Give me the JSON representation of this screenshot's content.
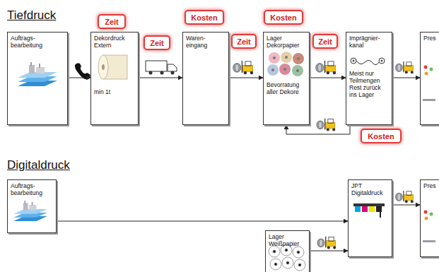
{
  "diagram": {
    "nodes": [
      {
        "text": [
          "Auftrags- bearbeitung"
        ]
      },
      {
        "text": [
          "Dekordruck Extern",
          "min 1t"
        ]
      },
      {
        "text": [
          "Waren- eingang"
        ]
      },
      {
        "text": [
          "Lager Dekorpapier",
          "Bevorratung aller Dekore"
        ]
      },
      {
        "text": [
          "Imprägnier- kanal",
          "Meist nur Teilmengen Rest zurück ins Lager"
        ]
      },
      {
        "text": [
          "Pres"
        ]
      },
      {
        "text": [
          "Auftrags- bearbeitung"
        ]
      },
      {
        "text": [
          "Lager Weißpapier"
        ]
      },
      {
        "text": [
          "JPT Digitaldruck"
        ]
      },
      {
        "text": [
          "Pres"
        ]
      },
      {
        "text": [
          "Zeit"
        ]
      },
      {
        "text": [
          "Zeit"
        ]
      },
      {
        "text": [
          "Kosten"
        ]
      },
      {
        "text": [
          "Zeit"
        ]
      },
      {
        "text": [
          "Kosten"
        ]
      },
      {
        "text": [
          "Zeit"
        ]
      },
      {
        "text": [
          "Kosten"
        ]
      }
    ],
    "edges": [
      {
        "from": 0,
        "to": 1,
        "arrow": "to"
      },
      {
        "from": 1,
        "to": 2,
        "arrow": "to"
      },
      {
        "from": 2,
        "to": 3,
        "arrow": "to"
      },
      {
        "from": 3,
        "to": 4,
        "arrow": "to"
      },
      {
        "from": 4,
        "to": 5,
        "arrow": "to"
      },
      {
        "from": 4,
        "to": 3,
        "arrow": "to"
      },
      {
        "from": 6,
        "to": 8,
        "arrow": "to"
      },
      {
        "from": 7,
        "to": 8,
        "arrow": "to"
      },
      {
        "from": 8,
        "to": 9,
        "arrow": "to"
      }
    ],
    "labels": [
      "Tiefdruck",
      "Digitaldruck"
    ]
  }
}
